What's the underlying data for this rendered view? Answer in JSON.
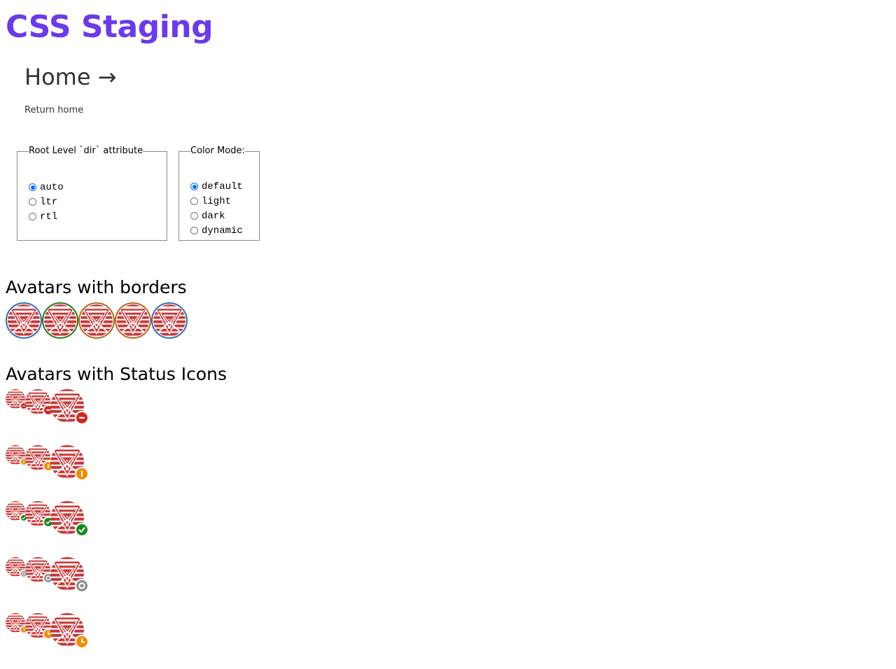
{
  "site": {
    "title": "CSS Staging"
  },
  "nav": {
    "heading": "Home →",
    "return_link": "Return home"
  },
  "dir_group": {
    "legend": "Root Level `dir` attribute",
    "options": [
      "auto",
      "ltr",
      "rtl"
    ],
    "selected": "auto"
  },
  "color_group": {
    "legend": "Color Mode:",
    "options": [
      "default",
      "light",
      "dark",
      "dynamic"
    ],
    "selected": "default"
  },
  "sections": {
    "borders": "Avatars with borders",
    "status": "Avatars with Status Icons"
  },
  "border_avatars": [
    {
      "border_color": "#2f6db3"
    },
    {
      "border_color": "#237a1f"
    },
    {
      "border_color": "#b8651b"
    },
    {
      "border_color": "#b8651b"
    },
    {
      "border_color": "#2f6db3"
    }
  ],
  "status_rows": [
    {
      "status": "busy",
      "icon": "minus-icon",
      "color": "#d0271d"
    },
    {
      "status": "away",
      "icon": "exclamation-icon",
      "color": "#f08c00"
    },
    {
      "status": "available",
      "icon": "checkmark-icon",
      "color": "#138a1e"
    },
    {
      "status": "offline",
      "icon": "ring-icon",
      "color": "#8c8c8c"
    },
    {
      "status": "later",
      "icon": "clock-icon",
      "color": "#f08c00"
    }
  ],
  "colors": {
    "title": "#6b3be6",
    "avatar_red": "#c73a3a",
    "radio_accent": "#0a6cff"
  }
}
